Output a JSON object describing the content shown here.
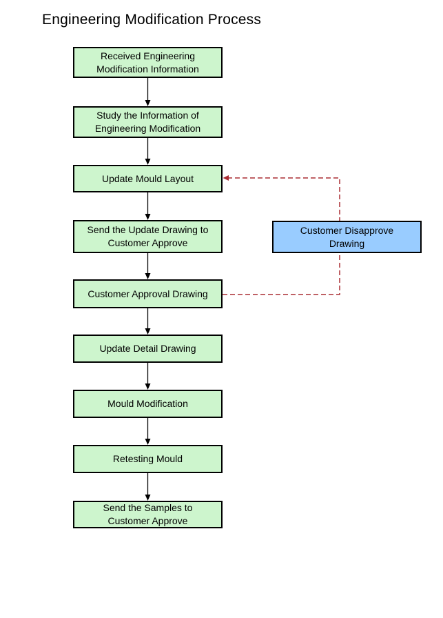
{
  "title": "Engineering Modification Process",
  "nodes": [
    {
      "id": "received-info",
      "label": "Received Engineering\nModification Information"
    },
    {
      "id": "study-info",
      "label": "Study the Information of\nEngineering Modification"
    },
    {
      "id": "update-mould-layout",
      "label": "Update Mould Layout"
    },
    {
      "id": "send-update-drawing",
      "label": "Send the Update Drawing to\nCustomer Approve"
    },
    {
      "id": "customer-approval-drawing",
      "label": "Customer Approval Drawing"
    },
    {
      "id": "update-detail-drawing",
      "label": "Update Detail Drawing"
    },
    {
      "id": "mould-modification",
      "label": "Mould Modification"
    },
    {
      "id": "retesting-mould",
      "label": "Retesting Mould"
    },
    {
      "id": "send-samples",
      "label": "Send the Samples to\nCustomer Approve"
    }
  ],
  "feedback": {
    "id": "customer-disapprove-drawing",
    "label": "Customer Disapprove\nDrawing"
  },
  "colors": {
    "process_fill": "#CDF5CD",
    "feedback_fill": "#99CCFF",
    "box_border": "#000000",
    "flow_arrow": "#000000",
    "feedback_arrow": "#AA2D32",
    "background": "#FFFFFF",
    "title_text": "#000000"
  }
}
